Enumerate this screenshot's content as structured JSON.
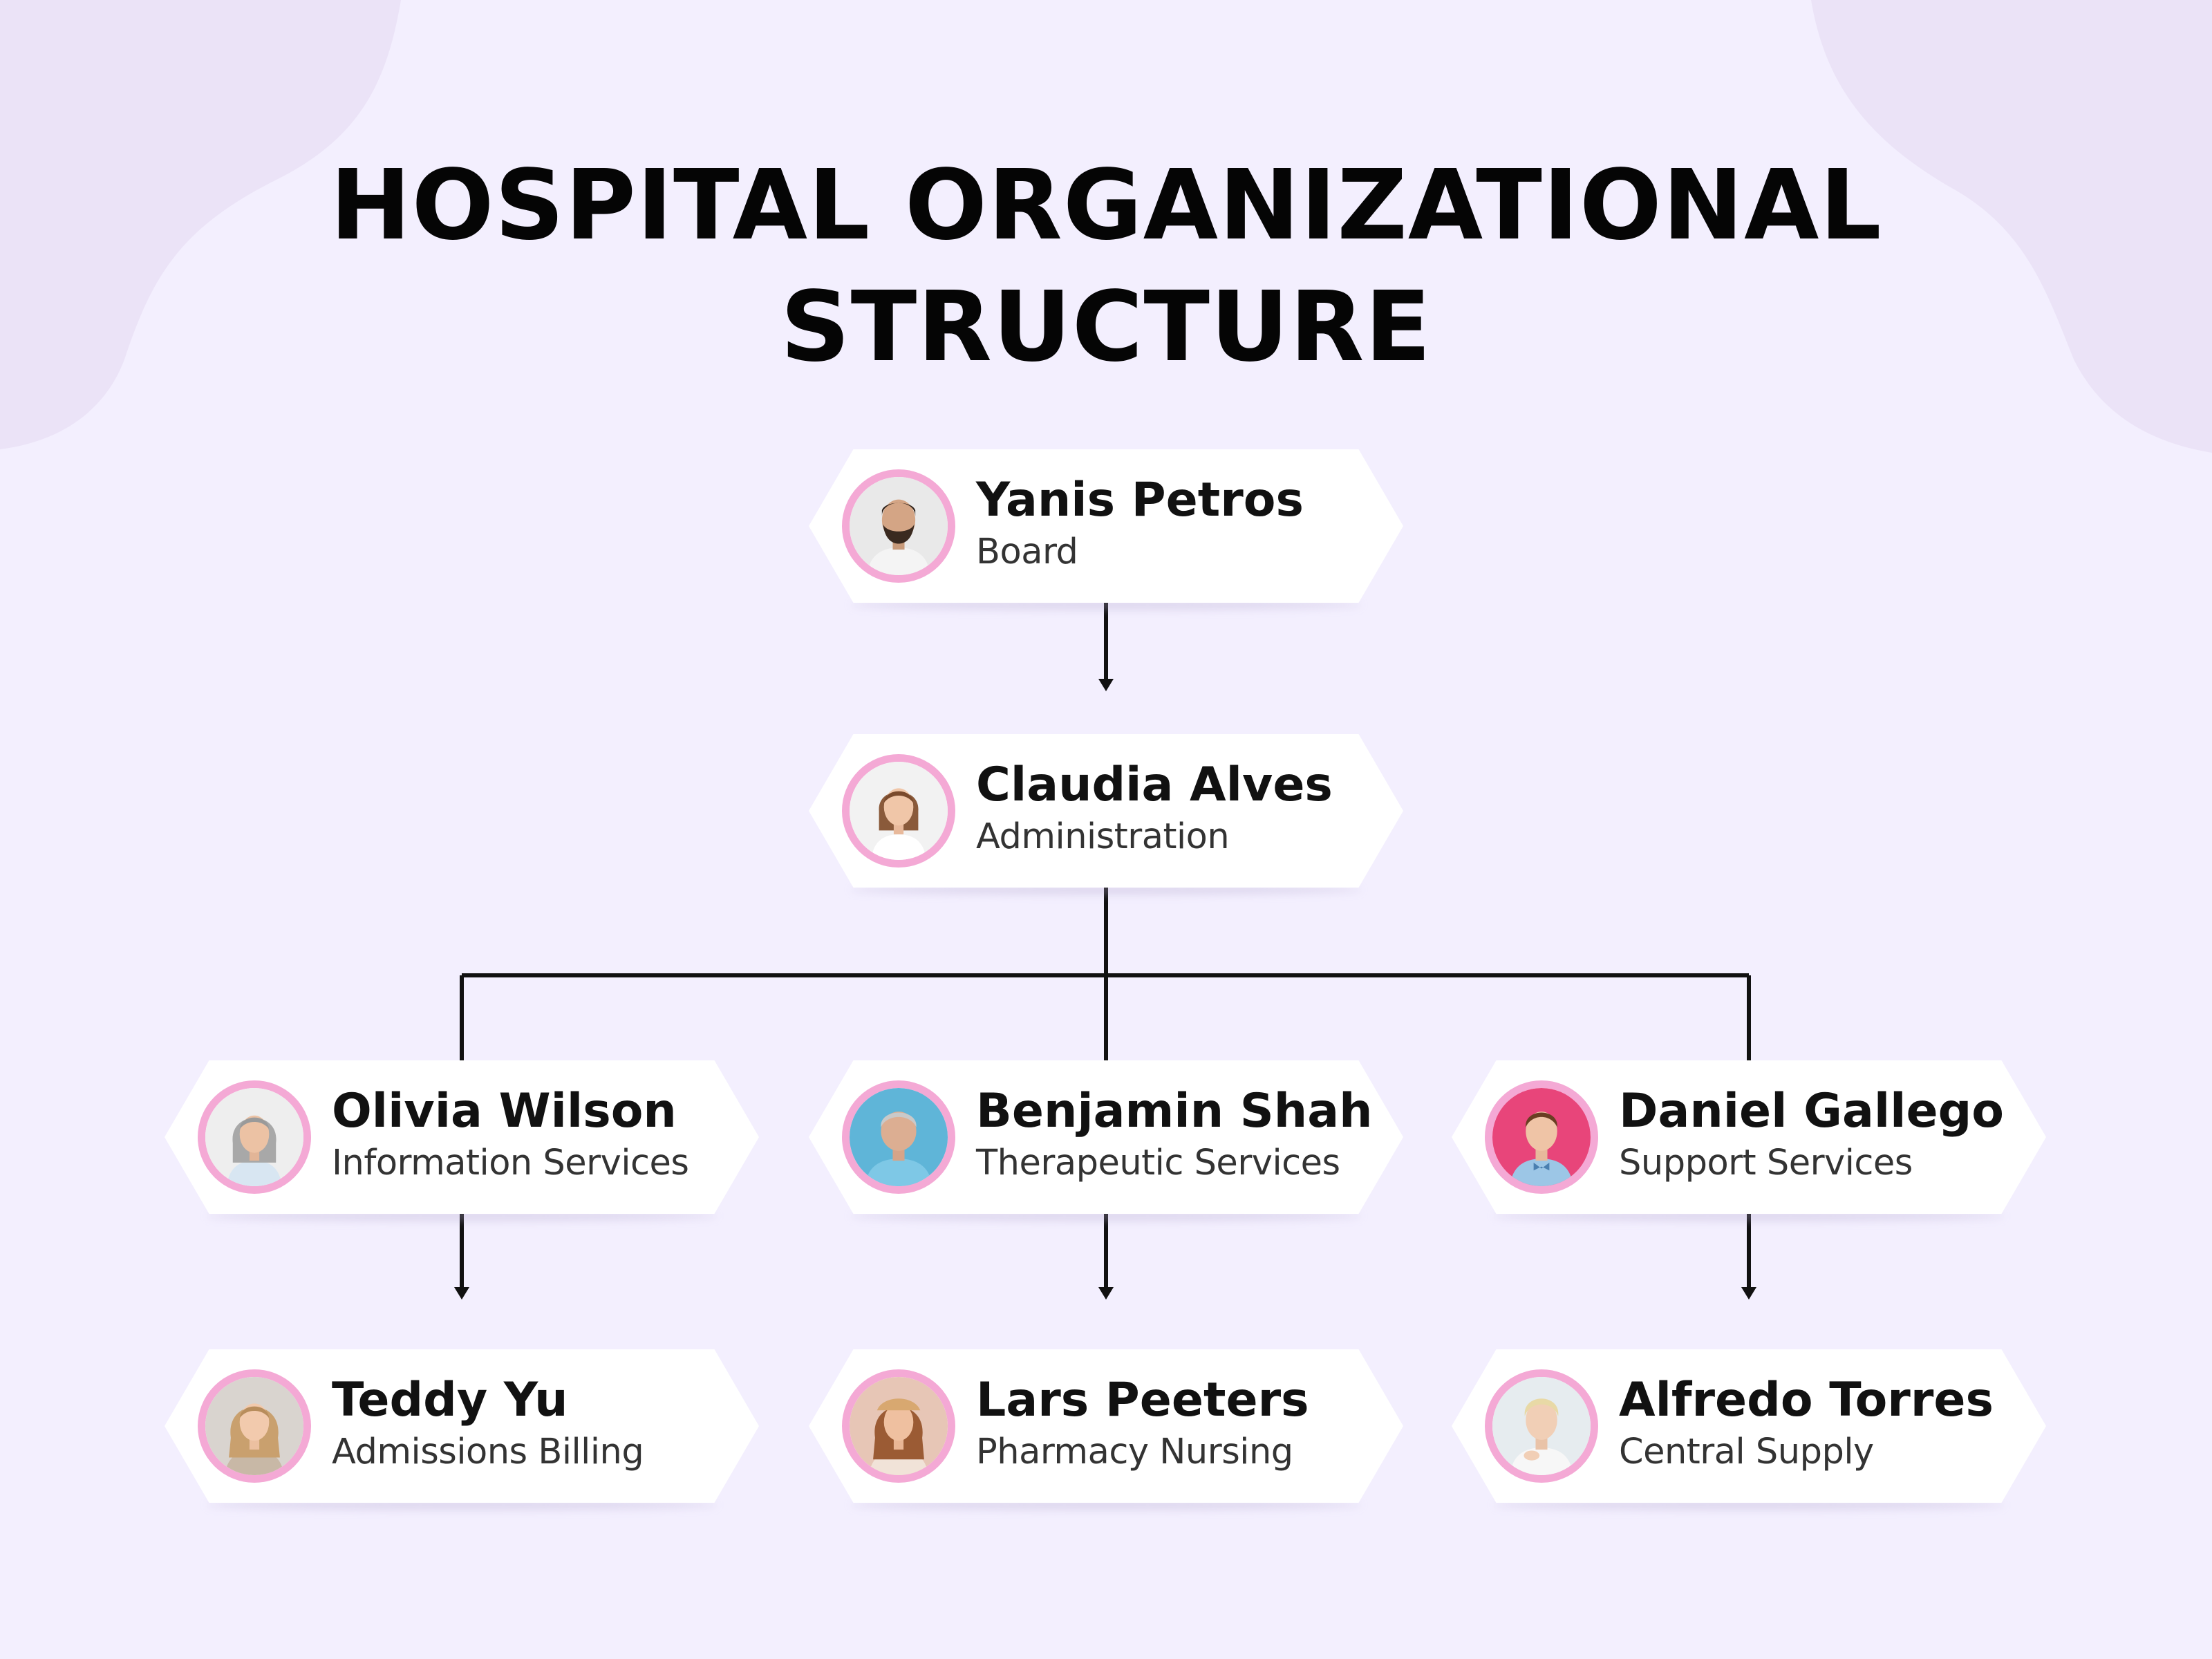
{
  "title_line_1": "HOSPITAL ORGANIZATIONAL",
  "title_line_2": "STRUCTURE",
  "colors": {
    "background": "#f3effe",
    "card": "#ffffff",
    "avatar_ring": "#f4a9d5",
    "connector": "#111111"
  },
  "nodes": [
    {
      "name": "Yanis Petros",
      "role": "Board"
    },
    {
      "name": "Claudia Alves",
      "role": "Administration"
    },
    {
      "name": "Olivia Wilson",
      "role": "Information Services"
    },
    {
      "name": "Benjamin Shah",
      "role": "Therapeutic Services"
    },
    {
      "name": "Daniel Gallego",
      "role": "Support Services"
    },
    {
      "name": "Teddy Yu",
      "role": "Admissions Billing"
    },
    {
      "name": "Lars Peeters",
      "role": "Pharmacy Nursing"
    },
    {
      "name": "Alfredo Torres",
      "role": "Central Supply"
    }
  ],
  "edges": [
    {
      "from": "Yanis Petros",
      "to": "Claudia Alves"
    },
    {
      "from": "Claudia Alves",
      "to": "Olivia Wilson"
    },
    {
      "from": "Claudia Alves",
      "to": "Benjamin Shah"
    },
    {
      "from": "Claudia Alves",
      "to": "Daniel Gallego"
    },
    {
      "from": "Olivia Wilson",
      "to": "Teddy Yu"
    },
    {
      "from": "Benjamin Shah",
      "to": "Lars Peeters"
    },
    {
      "from": "Daniel Gallego",
      "to": "Alfredo Torres"
    }
  ]
}
